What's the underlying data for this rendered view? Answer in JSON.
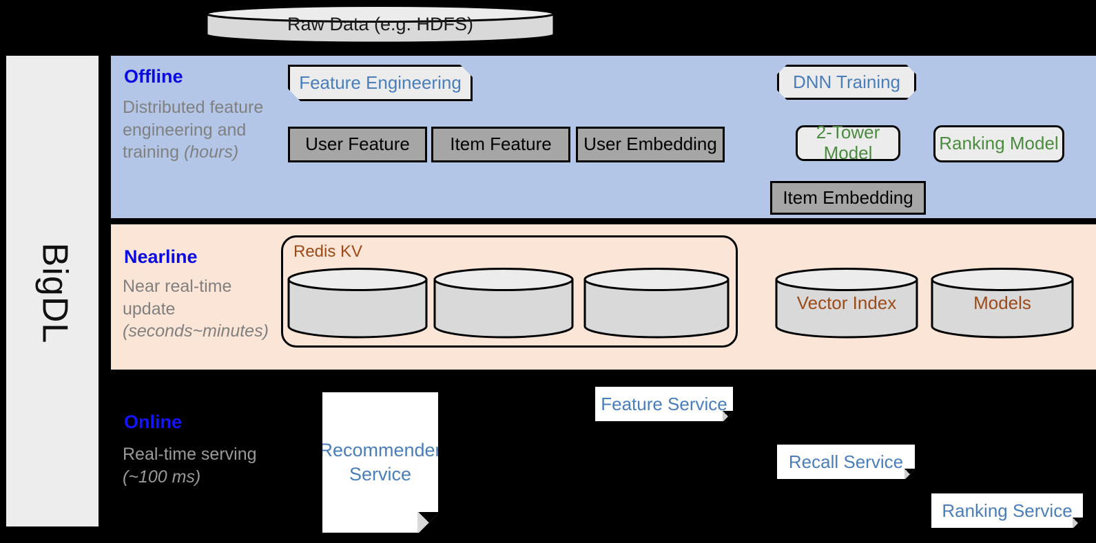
{
  "rail": {
    "label": "BigDL"
  },
  "top": {
    "raw_data": "Raw Data (e.g. HDFS)"
  },
  "bands": {
    "offline": {
      "title": "Offline",
      "subtitle_plain": "Distributed feature engineering and training ",
      "subtitle_italic": "(hours)"
    },
    "nearline": {
      "title": "Nearline",
      "subtitle_plain": "Near real-time update ",
      "subtitle_italic": "(seconds~minutes)"
    },
    "online": {
      "title": "Online",
      "subtitle_plain": "Real-time serving ",
      "subtitle_italic": "(~100 ms)"
    }
  },
  "offline": {
    "feature_engineering": "Feature Engineering",
    "dnn_training": "DNN Training",
    "user_feature": "User Feature",
    "item_feature": "Item Feature",
    "user_embedding": "User Embedding",
    "two_tower_model": "2-Tower Model",
    "ranking_model": "Ranking Model",
    "item_embedding": "Item Embedding"
  },
  "nearline": {
    "redis_label": "Redis KV",
    "store_1": "",
    "store_2": "",
    "store_3": "",
    "vector_index": "Vector Index",
    "models": "Models"
  },
  "online": {
    "recommender_service": "Recommender Service",
    "feature_service": "Feature Service",
    "recall_service": "Recall Service",
    "ranking_service": "Ranking Service"
  },
  "colors": {
    "offline_band": "#b3c6e7",
    "nearline_band": "#fbe5d6",
    "online_band": "#000000",
    "band_title": "#0a0ae0",
    "band_subtitle": "#808080",
    "blue_text": "#4a7ebb",
    "green_text": "#4a8c3f",
    "brown_text": "#9c4a18",
    "gray_box": "#a6a6a6",
    "light_box": "#ececec",
    "rail_bg": "#ededed"
  }
}
